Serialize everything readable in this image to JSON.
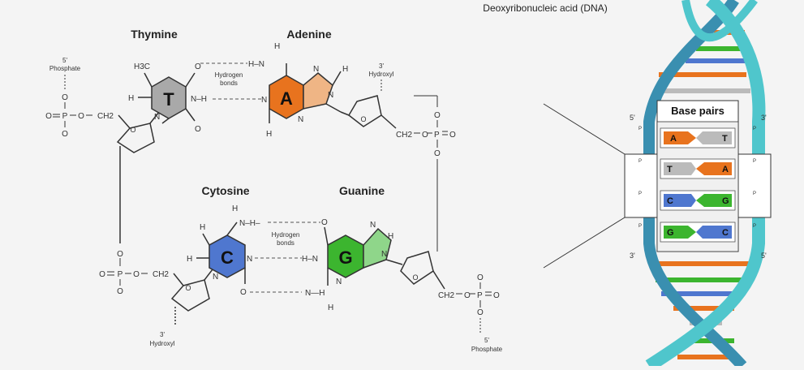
{
  "title": "Deoxyribonucleic acid (DNA)",
  "bases": {
    "thymine": {
      "name": "Thymine",
      "letter": "T"
    },
    "adenine": {
      "name": "Adenine",
      "letter": "A"
    },
    "cytosine": {
      "name": "Cytosine",
      "letter": "C"
    },
    "guanine": {
      "name": "Guanine",
      "letter": "G"
    }
  },
  "labels": {
    "phosphate_top": [
      "5'",
      "Phosphate"
    ],
    "hydroxyl_top": [
      "3'",
      "Hydroxyl"
    ],
    "hydroxyl_bottom": [
      "3'",
      "Hydroxyl"
    ],
    "phosphate_bottom": [
      "5'",
      "Phosphate"
    ],
    "hbonds_top": [
      "Hydrogen",
      "bonds"
    ],
    "hbonds_bottom": [
      "Hydrogen",
      "bonds"
    ]
  },
  "atoms": {
    "O": "O",
    "P": "P",
    "N": "N",
    "H": "H",
    "H3C": "H3C",
    "CH2": "CH2",
    "NH": "N–H",
    "HN": "H–N",
    "NHdash": "N–H–",
    "NH_long": "N—H",
    "H_N": "H–N"
  },
  "base_pairs": {
    "title": "Base pairs",
    "pairs": [
      {
        "left": "A",
        "right": "T"
      },
      {
        "left": "T",
        "right": "A"
      },
      {
        "left": "C",
        "right": "G"
      },
      {
        "left": "G",
        "right": "C"
      }
    ]
  },
  "strand_ends": {
    "top_left": "5'",
    "top_right": "3'",
    "bottom_left": "3'",
    "bottom_right": "5'",
    "p": "P"
  },
  "colors": {
    "thymine": "#a9a9a9",
    "adenine": "#e8731e",
    "adenine_light": "#efb585",
    "cytosine": "#4f77cf",
    "guanine": "#3cb52f",
    "guanine_light": "#8fd68a",
    "backbone": "#4fc6cc",
    "backbone_dark": "#3a8fb0"
  }
}
